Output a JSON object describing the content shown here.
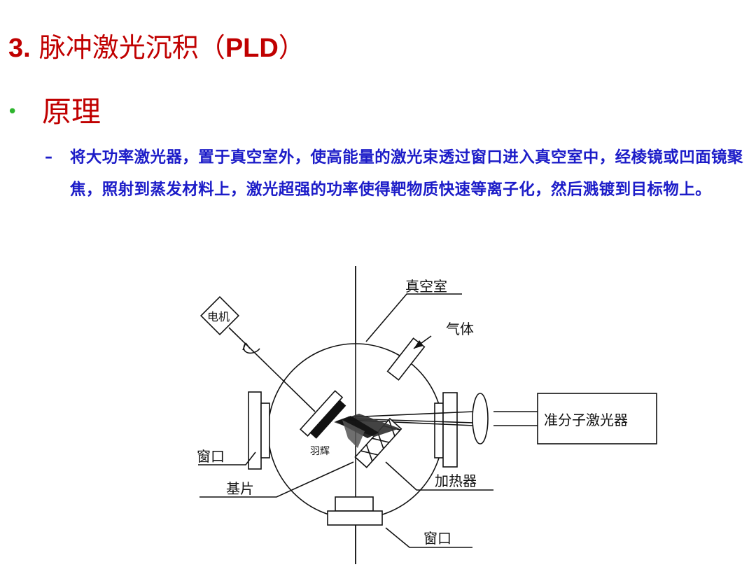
{
  "title": {
    "number": "3.",
    "text": "脉冲激光沉积（",
    "abbr": "PLD",
    "close": "）"
  },
  "section": {
    "heading": "原理",
    "description": "将大功率激光器，置于真空室外，使高能量的激光束透过窗口进入真空室中，经棱镜或凹面镜聚焦，照射到蒸发材料上，激光超强的功率使得靶物质快速等离子化，然后溅镀到目标物上。"
  },
  "diagram": {
    "labels": {
      "vacuum_chamber": "真空室",
      "gas": "气体",
      "motor": "电机",
      "excimer_laser": "准分子激光器",
      "plume": "羽辉",
      "window_left": "窗口",
      "heater": "加热器",
      "substrate": "基片",
      "window_bottom": "窗口"
    }
  }
}
